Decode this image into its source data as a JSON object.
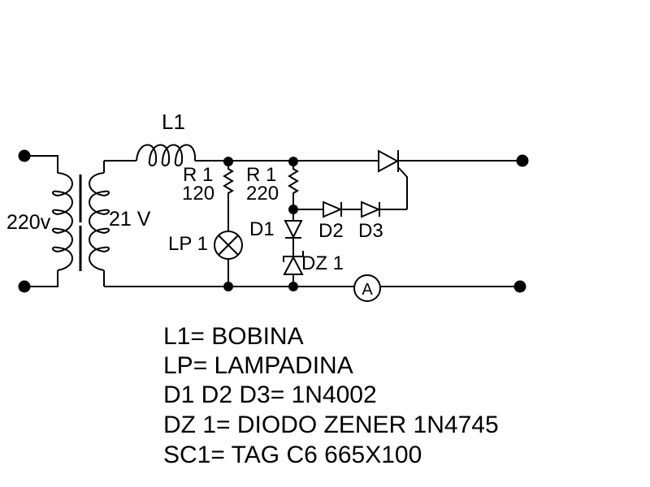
{
  "diagram": {
    "type": "circuit-schematic",
    "background_color": "#ffffff",
    "ink_color": "#000000",
    "labels": {
      "primary_voltage": "220v",
      "secondary_voltage": "21 V",
      "inductor": "L1",
      "resistor1_name": "R 1",
      "resistor1_value": "120",
      "resistor2_name": "R 1",
      "resistor2_value": "220",
      "lamp": "LP 1",
      "diode1": "D1",
      "diode2": "D2",
      "diode3": "D3",
      "zener": "DZ 1",
      "ammeter": "A"
    },
    "legend": {
      "lines": [
        "L1= BOBINA",
        "LP= LAMPADINA",
        "D1 D2 D3= 1N4002",
        "DZ 1= DIODO ZENER 1N4745",
        "SC1= TAG C6 665X100"
      ]
    }
  }
}
